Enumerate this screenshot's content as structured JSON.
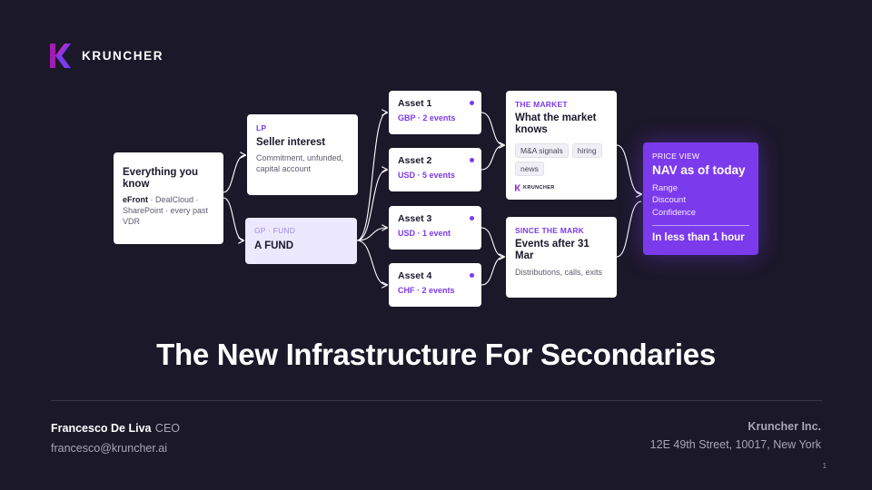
{
  "brand": {
    "name": "KRUNCHER",
    "accent": "#7c3aed",
    "accent_light": "#ece8fd",
    "background": "#1b1829"
  },
  "diagram": {
    "source": {
      "title": "Everything you know",
      "systems_bold": "eFront",
      "systems_rest": " · DealCloud · SharePoint · every past VDR"
    },
    "lp": {
      "tag": "LP",
      "title": "Seller interest",
      "desc": "Commitment, unfunded, capital account"
    },
    "gp": {
      "tag": "GP · FUND",
      "title": "A FUND"
    },
    "assets": [
      {
        "name": "Asset 1",
        "detail": "GBP · 2 events"
      },
      {
        "name": "Asset 2",
        "detail": "USD · 5 events"
      },
      {
        "name": "Asset 3",
        "detail": "USD · 1 event"
      },
      {
        "name": "Asset 4",
        "detail": "CHF · 2 events"
      }
    ],
    "market": {
      "tag": "THE MARKET",
      "title": "What the market knows",
      "chips": [
        "M&A signals",
        "hiring",
        "news"
      ],
      "logo_text": "KRUNCHER"
    },
    "since": {
      "tag": "SINCE THE MARK",
      "title": "Events after 31 Mar",
      "desc": "Distributions, calls, exits"
    },
    "price": {
      "tag": "PRICE VIEW",
      "title": "NAV as of today",
      "lines": [
        "Range",
        "Discount",
        "Confidence"
      ],
      "footer": "In less than 1 hour"
    }
  },
  "headline": "The New Infrastructure For Secondaries",
  "footer": {
    "name": "Francesco De Liva",
    "role": "CEO",
    "email": "francesco@kruncher.ai",
    "company": "Kruncher Inc.",
    "address": "12E 49th Street, 10017, New York"
  },
  "page_number": "1"
}
